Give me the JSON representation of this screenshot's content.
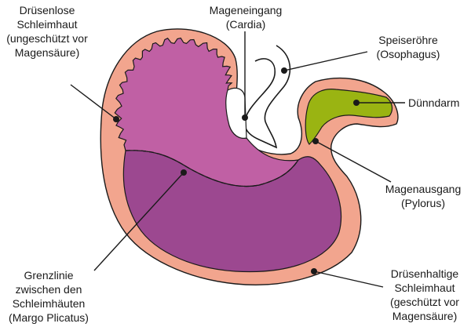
{
  "colors": {
    "outer_mucosa": "#F2A58E",
    "upper_glandless": "#C060A4",
    "lower_glandular": "#9C4890",
    "duodenum": "#9AB412",
    "line": "#1a1a1a",
    "inner_gap": "#ffffff"
  },
  "labels": {
    "druesenlose": [
      "Drüsenlose",
      "Schleimhaut",
      "(ungeschützt vor",
      "Magensäure)"
    ],
    "mageneingang": [
      "Mageneingang",
      "(Cardia)"
    ],
    "speiseroehre": [
      "Speiseröhre",
      "(Osophagus)"
    ],
    "duenndarm": [
      "Dünndarm"
    ],
    "magenausgang": [
      "Magenausgang",
      "(Pylorus)"
    ],
    "grenzlinie": [
      "Grenzlinie",
      "zwischen den",
      "Schleimhäuten",
      "(Margo Plicatus)"
    ],
    "druesenhaltige": [
      "Drüsenhaltige",
      "Schleimhaut",
      "(geschützt vor",
      "Magensäure)"
    ]
  }
}
